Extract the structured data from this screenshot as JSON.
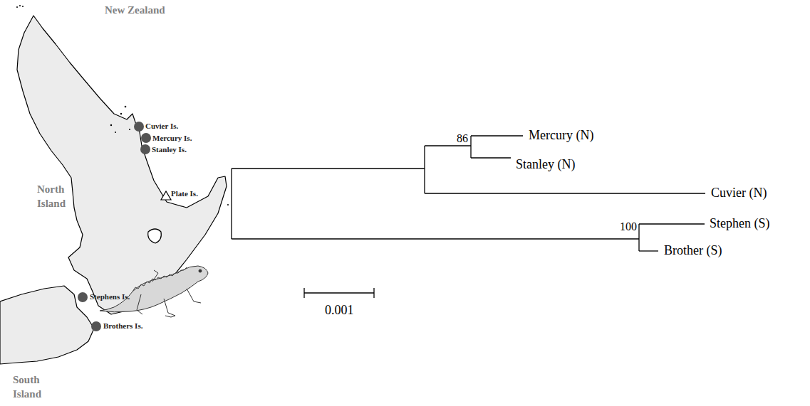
{
  "diagram": {
    "labels": [
      "New Zealand",
      "Cuvier Is.",
      "Mercury Is.",
      "Stanley Is.",
      "North Island",
      "Plate Is.",
      "Stephens Is.",
      "Brothers Is.",
      "South Island",
      "86",
      "Mercury (N)",
      "Stanley (N)",
      "Cuvier (N)",
      "100",
      "Stephen (S)",
      "Brother (S)",
      "0.001"
    ]
  }
}
